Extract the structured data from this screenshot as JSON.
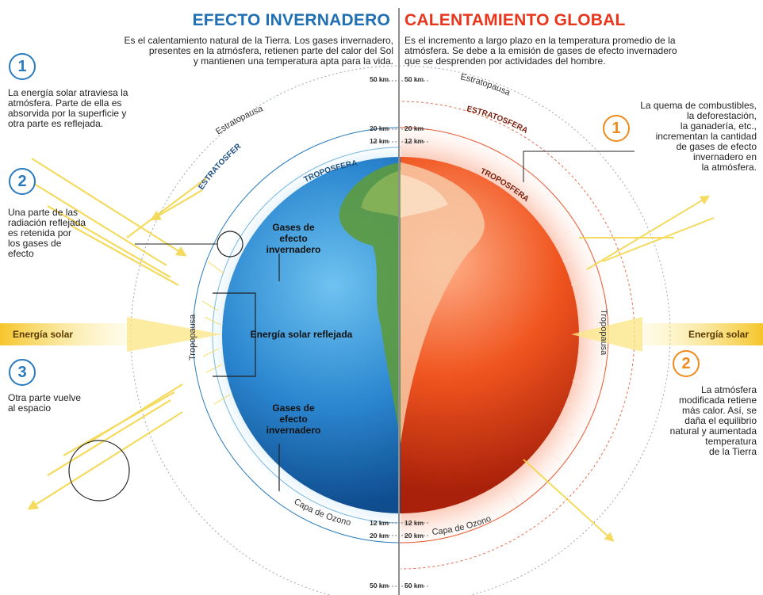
{
  "left": {
    "title": "EFECTO INVERNADERO",
    "description_lines": [
      "Es el calentamiento natural de la Tierra. Los gases invernadero,",
      "presentes en la atmósfera, retienen parte del calor del Sol",
      "y mantienen una temperatura apta para la vida."
    ],
    "steps": [
      {
        "number": "1",
        "lines": [
          "La energía solar atraviesa la",
          "atmósfera. Parte de ella es",
          "absorvida por la superficie y",
          "otra parte es reflejada."
        ]
      },
      {
        "number": "2",
        "lines": [
          "Una parte de las",
          "radiación reflejada",
          "es retenida por",
          "los gases de",
          "efecto"
        ]
      },
      {
        "number": "3",
        "lines": [
          "Otra parte vuelve",
          "al espacio"
        ]
      }
    ],
    "labels": {
      "estratopausa": "Estratopausa",
      "estratosfera": "ESTRATOSFERA",
      "troposfera": "TROPOSFERA",
      "tropopausa": "Tropopausa",
      "capa_ozono": "Capa de Ozono",
      "gases_top": [
        "Gases de",
        "efecto",
        "invernadero"
      ],
      "reflejada": "Energía solar reflejada",
      "gases_bottom": [
        "Gases de",
        "efecto",
        "invernadero"
      ],
      "energia_solar": "Energía solar"
    }
  },
  "right": {
    "title": "CALENTAMIENTO GLOBAL",
    "description_lines": [
      "Es el incremento a largo plazo en la temperatura promedio de la",
      "atmósfera. Se debe a la emisión de gases de efecto invernadero",
      "que se desprenden por actividades del hombre."
    ],
    "steps": [
      {
        "number": "1",
        "lines": [
          "La quema de combustibles,",
          "la deforestación,",
          "la ganadería, etc.,",
          "incrementan la cantidad",
          "de gases de efecto",
          "invernadero en",
          "la atmósfera."
        ]
      },
      {
        "number": "2",
        "lines": [
          "La atmósfera",
          "modificada retiene",
          "más calor. Así, se",
          "daña el equilibrio",
          "natural y aumentada",
          "temperatura",
          "de la Tierra"
        ]
      }
    ],
    "labels": {
      "estratopausa": "Estratopausa",
      "estratosfera": "ESTRATOSFERA",
      "troposfera": "TROPOSFERA",
      "tropopausa": "Tropopausa",
      "capa_ozono": "Capa de Ozono",
      "energia_solar": "Energía solar"
    }
  },
  "altitudes": {
    "km50": "50 km",
    "km20": "20 km",
    "km12": "12 km"
  },
  "colors": {
    "blue_title": "#1f6fb2",
    "red_title": "#e8361c",
    "earth_ocean": "#2c86d1",
    "earth_hot": "#e9461c",
    "sun_bar": "#f7d64a"
  }
}
